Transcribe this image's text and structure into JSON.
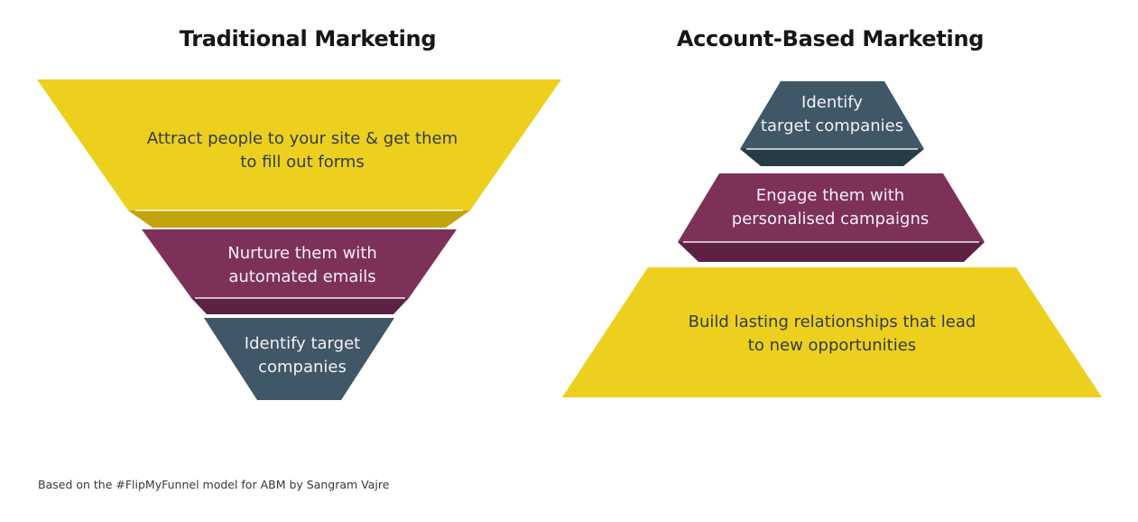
{
  "left_funnel": {
    "title": "Traditional Marketing",
    "tiers": [
      {
        "label": "Attract people to your site & get them\nto fill out forms",
        "color": "#EDD01E",
        "lip_color": "#C2A30C",
        "text_color": "#333B46"
      },
      {
        "label": "Nurture them with\nautomated emails",
        "color": "#7D3159",
        "lip_color": "#5C2144",
        "text_color": "#F5F0F3"
      },
      {
        "label": "Identify target\ncompanies",
        "color": "#3F5767",
        "text_color": "#F5F0F3"
      }
    ]
  },
  "right_pyramid": {
    "title": "Account-Based Marketing",
    "tiers": [
      {
        "label": "Identify\ntarget companies",
        "color": "#3F5767",
        "lip_color": "#273B45",
        "text_color": "#F5F0F3"
      },
      {
        "label": "Engage them with\npersonalised campaigns",
        "color": "#7D3159",
        "lip_color": "#5C2144",
        "text_color": "#F5F0F3"
      },
      {
        "label": "Build lasting relationships that lead\nto new opportunities",
        "color": "#EDD01E",
        "text_color": "#333B46"
      }
    ]
  },
  "footer": {
    "credit": "Based on the #FlipMyFunnel model for ABM by Sangram Vajre"
  }
}
